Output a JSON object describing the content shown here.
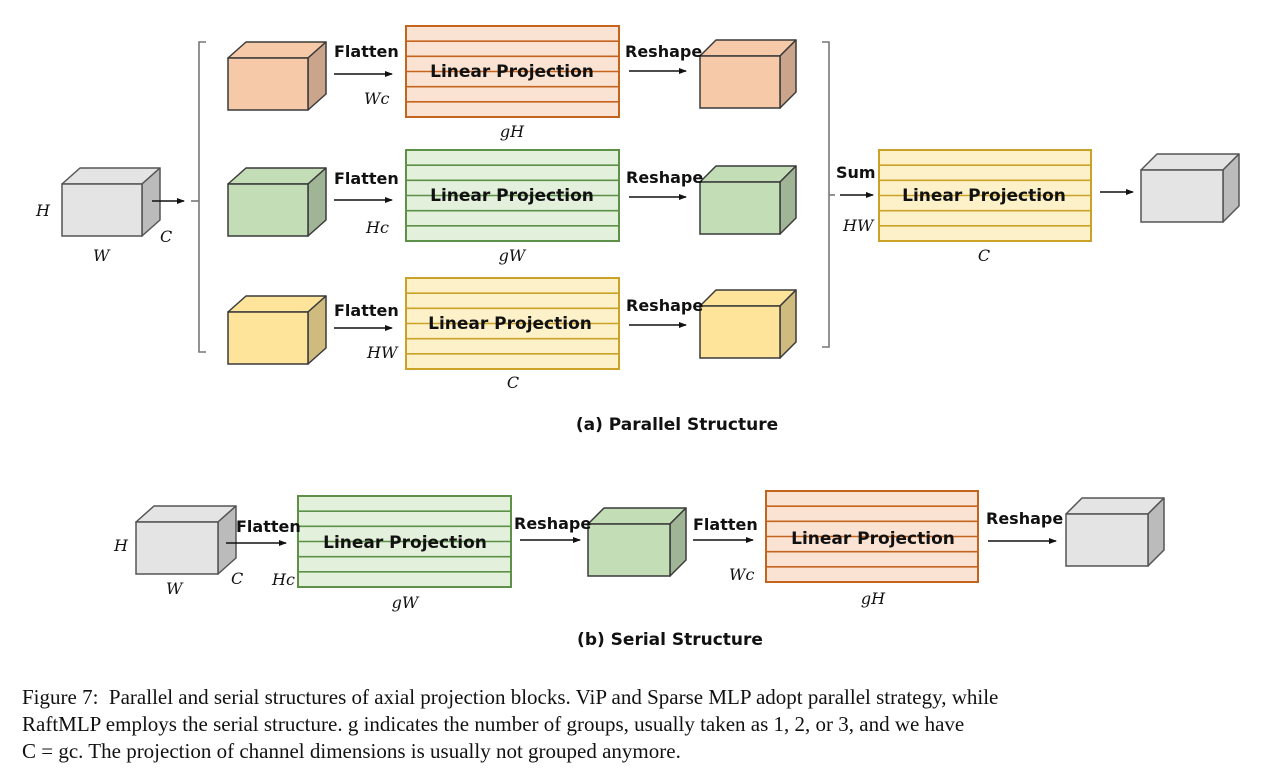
{
  "figure": {
    "number_label": "Figure 7:",
    "caption_lines": [
      "Parallel and serial structures of axial projection blocks. ViP and Sparse MLP adopt parallel strategy, while",
      "RaftMLP employs the serial structure. g indicates the number of groups, usually taken as 1, 2, or 3, and we have",
      "C = gc. The projection of channel dimensions is usually not grouped anymore."
    ]
  },
  "colors": {
    "orange_face": "#f6c9a9",
    "orange_fill": "#fbe3d3",
    "orange_stroke": "#c5641f",
    "green_face": "#c3ddb6",
    "green_fill": "#e3f0dc",
    "green_stroke": "#5d9148",
    "yellow_face": "#fde49a",
    "yellow_fill": "#fdf1c9",
    "yellow_stroke": "#c9a227",
    "gray_face": "#e4e4e4",
    "gray_stroke": "#555555"
  },
  "parallel": {
    "subtitle": "(a) Parallel Structure",
    "input_dims": {
      "h": "H",
      "w": "W",
      "c": "C"
    },
    "branches": [
      {
        "color": "orange",
        "flatten": "Flatten",
        "flatten_dim": "Wc",
        "projection": "Linear Projection",
        "proj_dim": "gH",
        "reshape": "Reshape"
      },
      {
        "color": "green",
        "flatten": "Flatten",
        "flatten_dim": "Hc",
        "projection": "Linear Projection",
        "proj_dim": "gW",
        "reshape": "Reshape"
      },
      {
        "color": "yellow",
        "flatten": "Flatten",
        "flatten_dim": "HW",
        "projection": "Linear Projection",
        "proj_dim": "C",
        "reshape": "Reshape"
      }
    ],
    "merge": {
      "label": "Sum",
      "dim": "HW",
      "projection": "Linear Projection",
      "proj_dim": "C"
    }
  },
  "serial": {
    "subtitle": "(b) Serial Structure",
    "input_dims": {
      "h": "H",
      "w": "W",
      "c": "C"
    },
    "stages": [
      {
        "color": "green",
        "flatten": "Flatten",
        "flatten_dim": "Hc",
        "projection": "Linear Projection",
        "proj_dim": "gW",
        "reshape": "Reshape"
      },
      {
        "color": "orange",
        "flatten": "Flatten",
        "flatten_dim": "Wc",
        "projection": "Linear Projection",
        "proj_dim": "gH",
        "reshape": "Reshape"
      }
    ]
  }
}
